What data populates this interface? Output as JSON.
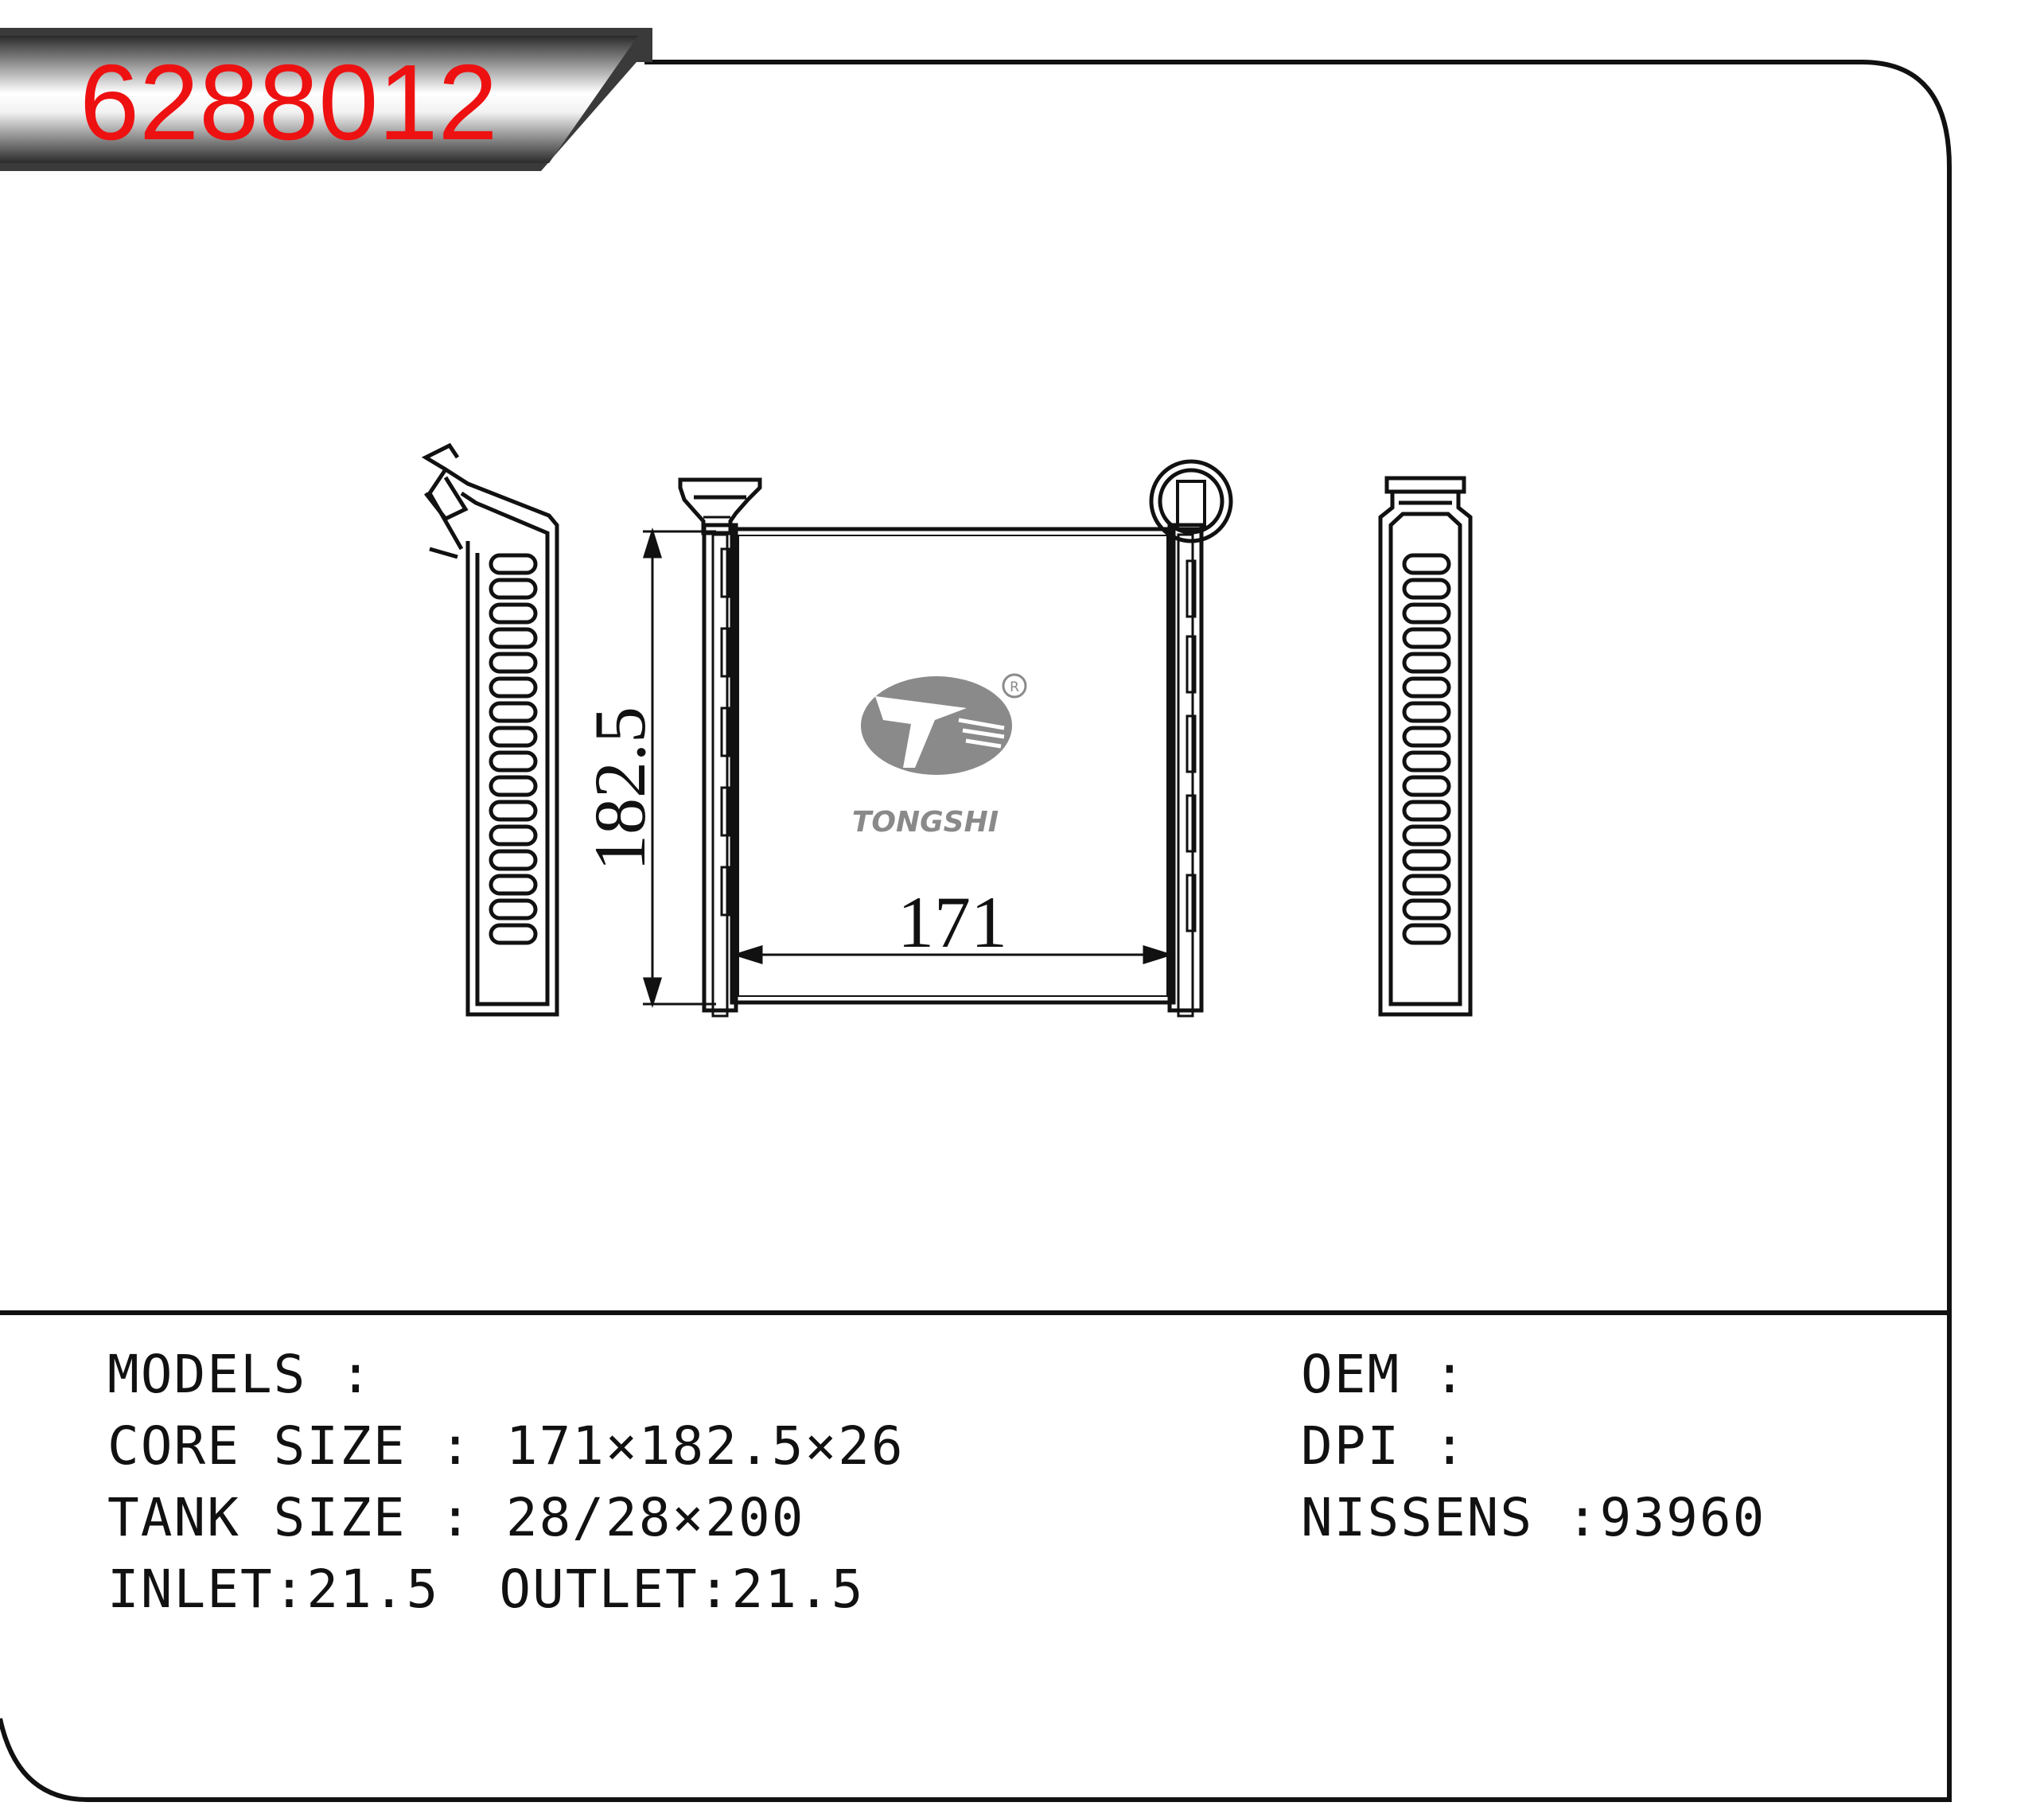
{
  "part_number": "6288012",
  "dimensions": {
    "width": "171",
    "height": "182.5"
  },
  "logo": {
    "brand": "TONGSHI",
    "registered_mark": "R"
  },
  "specs_left": [
    {
      "label": "MODELS :",
      "value": ""
    },
    {
      "label": "CORE SIZE : ",
      "value": "171×182.5×26"
    },
    {
      "label": "TANK SIZE : ",
      "value": "28/28×200"
    },
    {
      "label": "INLET:21.5",
      "value": "OUTLET:21.5"
    }
  ],
  "specs_right": [
    {
      "label": "OEM :",
      "value": ""
    },
    {
      "label": "DPI :",
      "value": ""
    },
    {
      "label": "NISSENS :",
      "value": "93960"
    }
  ],
  "colors": {
    "part_number": "#ee1111",
    "banner_dark": "#333333",
    "logo_gray": "#8a8a8a"
  }
}
